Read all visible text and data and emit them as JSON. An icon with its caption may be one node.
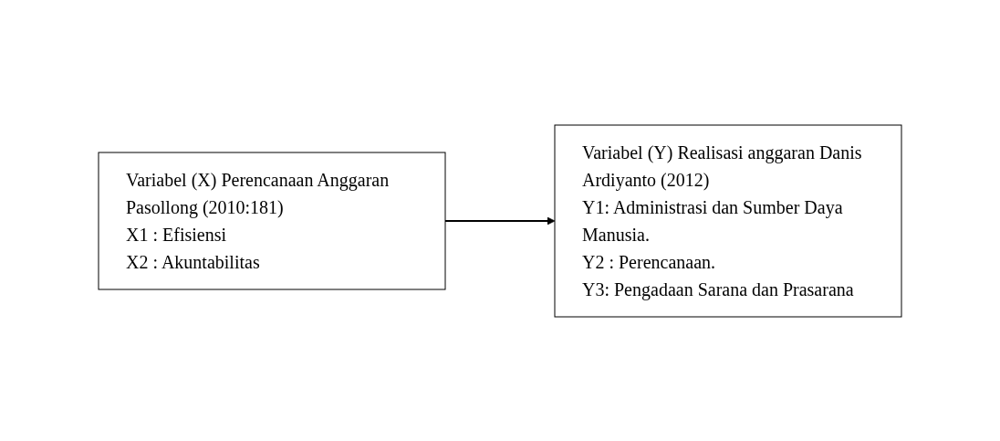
{
  "diagram": {
    "nodes": [
      {
        "text": [
          "Variabel (X) Perencanaan Anggaran Pasollong (2010:181)",
          "X1 : Efisiensi",
          "X2 : Akuntabilitas"
        ]
      },
      {
        "text": [
          "Variabel (Y) Realisasi anggaran Danis Ardiyanto (2012)",
          "Y1: Administrasi dan Sumber Daya Manusia.",
          "Y2 : Perencanaan.",
          "Y3: Pengadaan Sarana dan Prasarana"
        ]
      }
    ],
    "edges": [
      {
        "from": 0,
        "to": 1,
        "arrow": "to"
      }
    ]
  }
}
